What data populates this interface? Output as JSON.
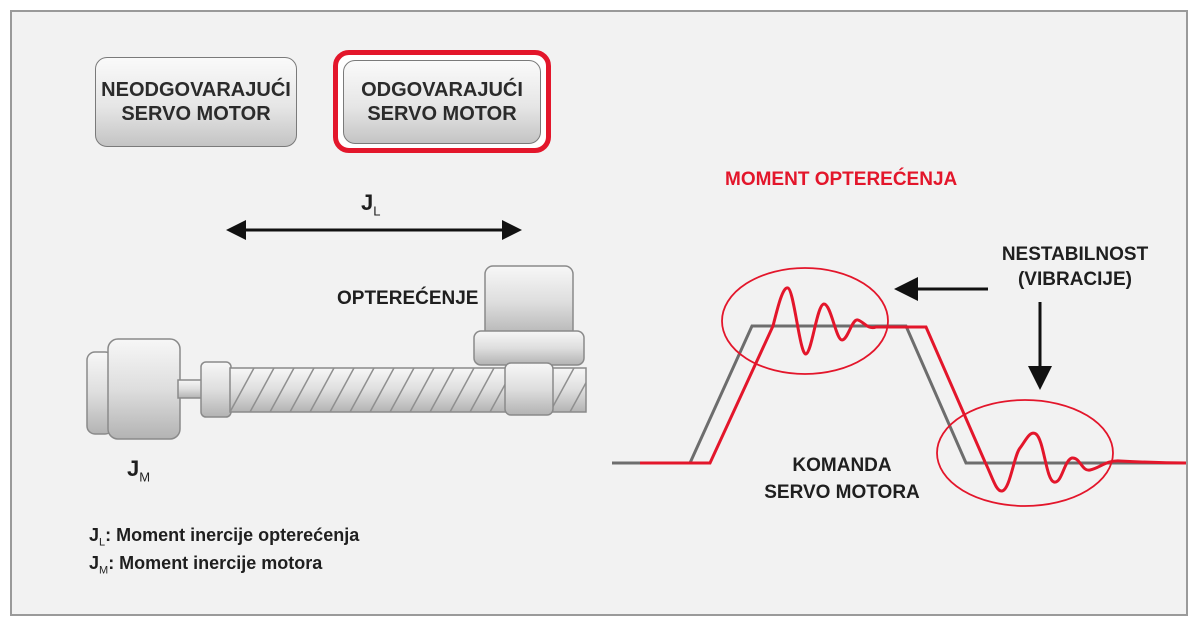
{
  "buttons": {
    "unsuitable": "NEODGOVARAJUĆI\nSERVO MOTOR",
    "suitable": "ODGOVARAJUĆI\nSERVO MOTOR"
  },
  "labels": {
    "jl": "J",
    "jl_sub": "L",
    "jm": "J",
    "jm_sub": "M",
    "load": "OPTEREĆENJE",
    "load_moment": "MOMENT OPTEREĆENJA",
    "instability_1": "NESTABILNOST",
    "instability_2": "(VIBRACIJE)",
    "command_1": "KOMANDA",
    "command_2": "SERVO MOTORA"
  },
  "legend": {
    "jl_sym": "J",
    "jl_sub": "L",
    "jl_text": ": Moment inercije opterećenja",
    "jm_sym": "J",
    "jm_sub": "M",
    "jm_text": ": Moment inercije motora"
  },
  "colors": {
    "accent_red": "#e3162b",
    "command_gray": "#6d6d6d",
    "frame_gray": "#9a9a9a",
    "background": "#f2f2f2"
  }
}
